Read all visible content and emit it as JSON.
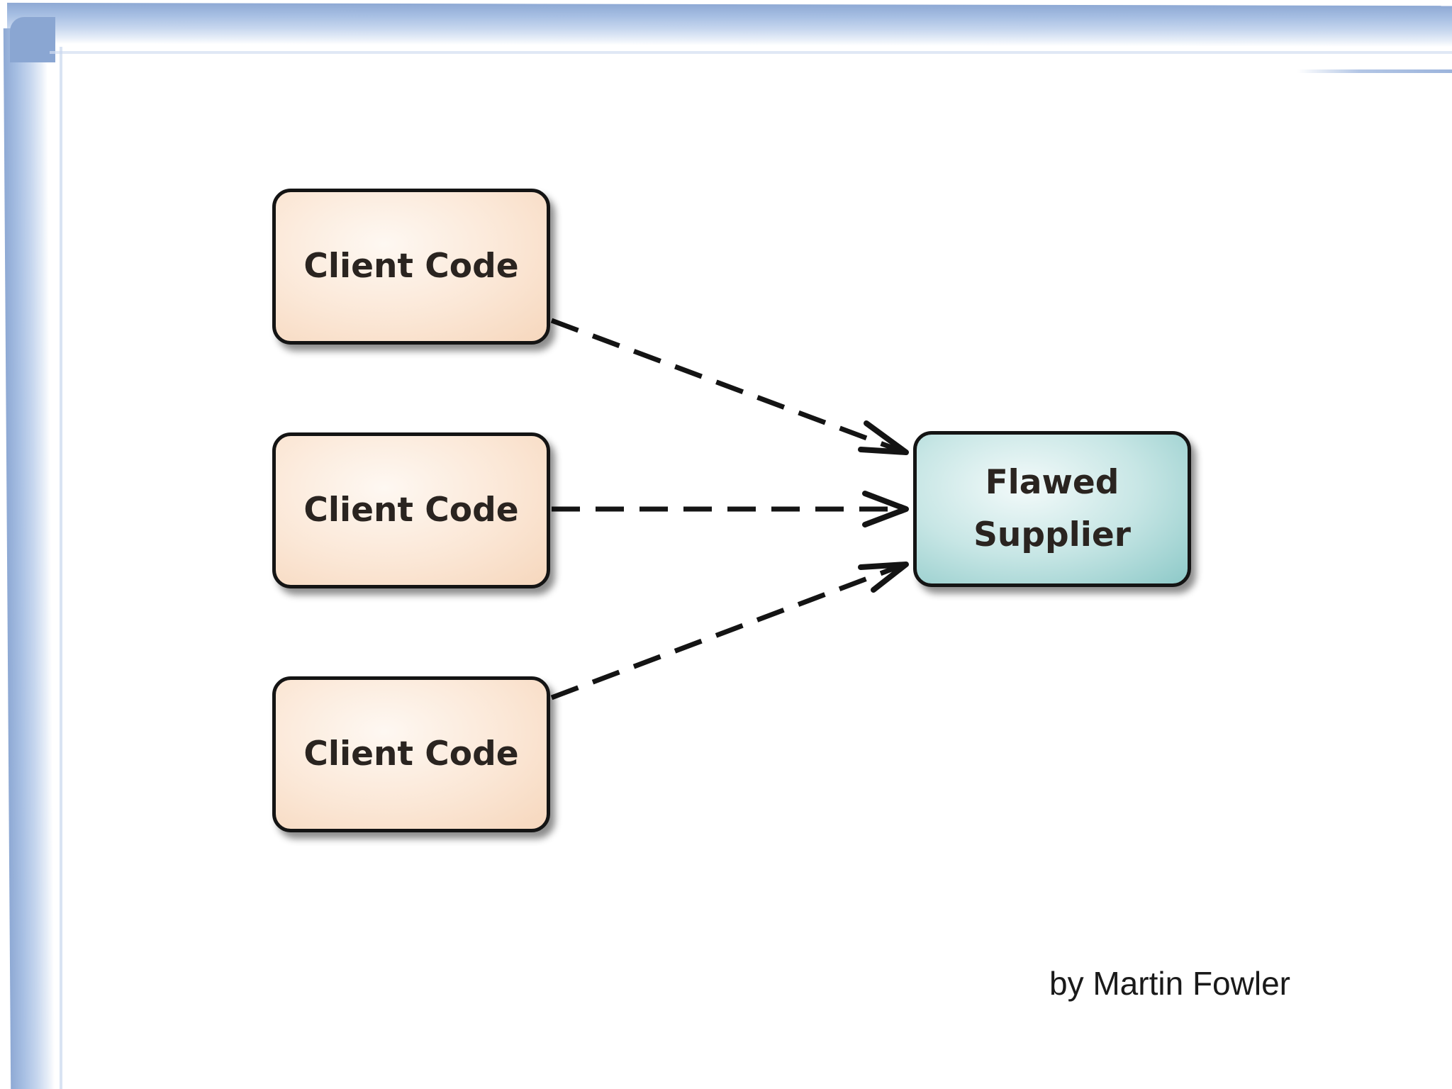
{
  "diagram": {
    "clients": [
      {
        "label": "Client Code"
      },
      {
        "label": "Client Code"
      },
      {
        "label": "Client Code"
      }
    ],
    "supplier": {
      "label": "Flawed\nSupplier"
    },
    "edges": [
      {
        "from": "client-1",
        "to": "supplier",
        "style": "dashed-arrow"
      },
      {
        "from": "client-2",
        "to": "supplier",
        "style": "dashed-arrow"
      },
      {
        "from": "client-3",
        "to": "supplier",
        "style": "dashed-arrow"
      }
    ],
    "attribution": "by Martin Fowler",
    "colors": {
      "client_fill": "#f9e2cf",
      "supplier_fill": "#a9d8d7",
      "border": "#141414",
      "frame": "#8ea9d4"
    }
  }
}
